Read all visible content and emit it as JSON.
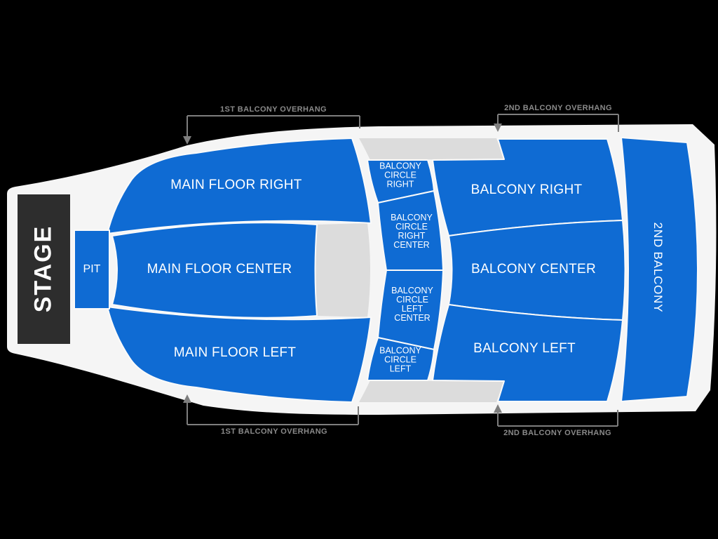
{
  "colors": {
    "background": "#000000",
    "house": "#f5f5f5",
    "section": "#0f6bd3",
    "shaded": "#dcdcdc",
    "stage": "#2d2d2d",
    "annotation": "#7e7e7e"
  },
  "stage": {
    "label": "STAGE"
  },
  "sections": {
    "pit": "PIT",
    "main_floor_right": "MAIN FLOOR RIGHT",
    "main_floor_center": "MAIN FLOOR CENTER",
    "main_floor_left": "MAIN FLOOR LEFT",
    "balcony_circle_right": "BALCONY\nCIRCLE\nRIGHT",
    "balcony_circle_right_center": "BALCONY\nCIRCLE\nRIGHT\nCENTER",
    "balcony_circle_left_center": "BALCONY\nCIRCLE\nLEFT\nCENTER",
    "balcony_circle_left": "BALCONY\nCIRCLE\nLEFT",
    "balcony_right": "BALCONY RIGHT",
    "balcony_center": "BALCONY CENTER",
    "balcony_left": "BALCONY LEFT",
    "second_balcony": "2ND BALCONY"
  },
  "annotations": {
    "first_balcony_overhang_top": "1ST BALCONY OVERHANG",
    "second_balcony_overhang_top": "2ND BALCONY OVERHANG",
    "first_balcony_overhang_bottom": "1ST BALCONY OVERHANG",
    "second_balcony_overhang_bottom": "2ND BALCONY OVERHANG"
  }
}
